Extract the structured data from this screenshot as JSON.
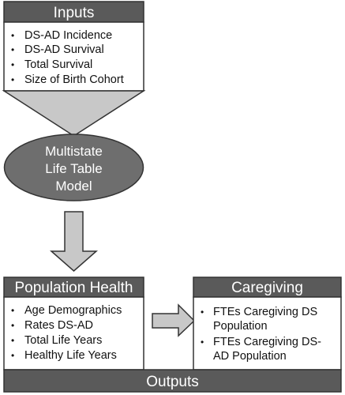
{
  "inputs": {
    "title": "Inputs",
    "items": [
      "DS-AD Incidence",
      "DS-AD Survival",
      "Total Survival",
      "Size of Birth Cohort"
    ]
  },
  "model": {
    "lines": [
      "Multistate",
      "Life Table",
      "Model"
    ]
  },
  "population_health": {
    "title": "Population Health",
    "items": [
      "Age Demographics",
      "Rates DS-AD",
      "Total Life Years",
      "Healthy Life Years"
    ]
  },
  "caregiving": {
    "title": "Caregiving",
    "items": [
      [
        "FTEs Caregiving DS",
        "Population"
      ],
      [
        "FTEs Caregiving DS-",
        "AD Population"
      ]
    ]
  },
  "outputs": {
    "title": "Outputs"
  },
  "colors": {
    "header_fill": "#5a5a5a",
    "shape_fill": "#c8c8c8",
    "ellipse_fill": "#6e6e6e",
    "border": "#333333"
  }
}
